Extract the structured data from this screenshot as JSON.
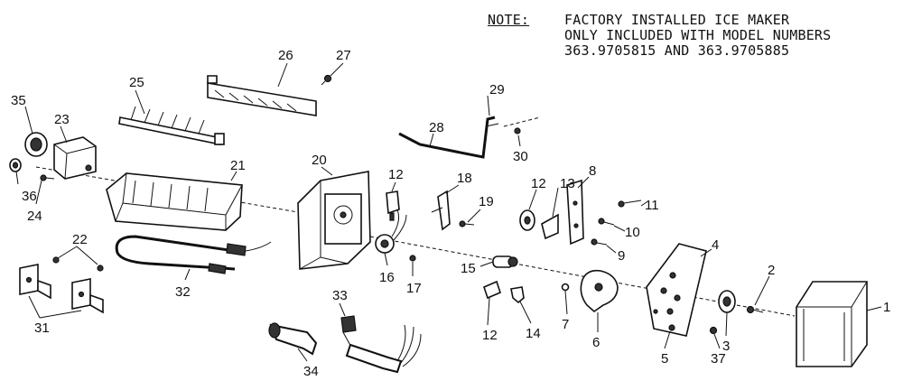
{
  "note": {
    "label": "NOTE:",
    "lines": [
      "FACTORY INSTALLED ICE MAKER",
      "ONLY INCLUDED WITH MODEL NUMBERS",
      "363.9705815 AND 363.9705885"
    ]
  },
  "parts": {
    "p1": "1",
    "p2": "2",
    "p3": "3",
    "p4": "4",
    "p5": "5",
    "p6": "6",
    "p7": "7",
    "p8": "8",
    "p9": "9",
    "p10": "10",
    "p11": "11",
    "p12a": "12",
    "p12b": "12",
    "p12c": "12",
    "p13": "13",
    "p14": "14",
    "p15": "15",
    "p16": "16",
    "p17": "17",
    "p18": "18",
    "p19": "19",
    "p20": "20",
    "p21": "21",
    "p22": "22",
    "p23": "23",
    "p24": "24",
    "p25": "25",
    "p26": "26",
    "p27": "27",
    "p28": "28",
    "p29": "29",
    "p30": "30",
    "p31": "31",
    "p32": "32",
    "p33": "33",
    "p34": "34",
    "p35": "35",
    "p36": "36",
    "p37": "37"
  }
}
